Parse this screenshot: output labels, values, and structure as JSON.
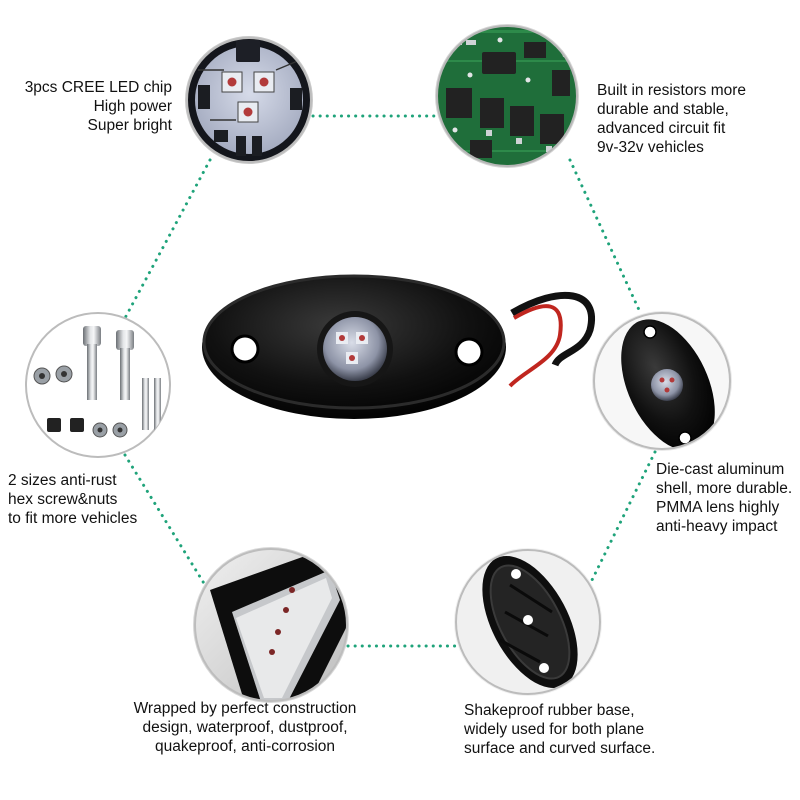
{
  "features": {
    "led_chip": {
      "lines": [
        "3pcs CREE LED chip",
        "High power",
        "Super bright"
      ]
    },
    "circuit": {
      "lines": [
        "Built in resistors more",
        "durable and stable,",
        "advanced circuit fit",
        "9v-32v vehicles"
      ]
    },
    "screws": {
      "lines": [
        "2 sizes anti-rust",
        "hex screw&nuts",
        "to fit more vehicles"
      ]
    },
    "shell": {
      "lines": [
        "Die-cast aluminum",
        "shell, more durable.",
        "PMMA lens highly",
        "anti-heavy impact"
      ]
    },
    "construction": {
      "lines": [
        "Wrapped by perfect construction",
        "design, waterproof, dustproof,",
        "quakeproof, anti-corrosion"
      ]
    },
    "rubber_base": {
      "lines": [
        "Shakeproof rubber base,",
        "widely used for both plane",
        "surface and curved surface."
      ]
    }
  },
  "colors": {
    "dotted_line": "#1fa37a",
    "pcb_green": "#1f6e3a",
    "led_red": "#b23a3a",
    "housing_black": "#0d0d0d"
  }
}
